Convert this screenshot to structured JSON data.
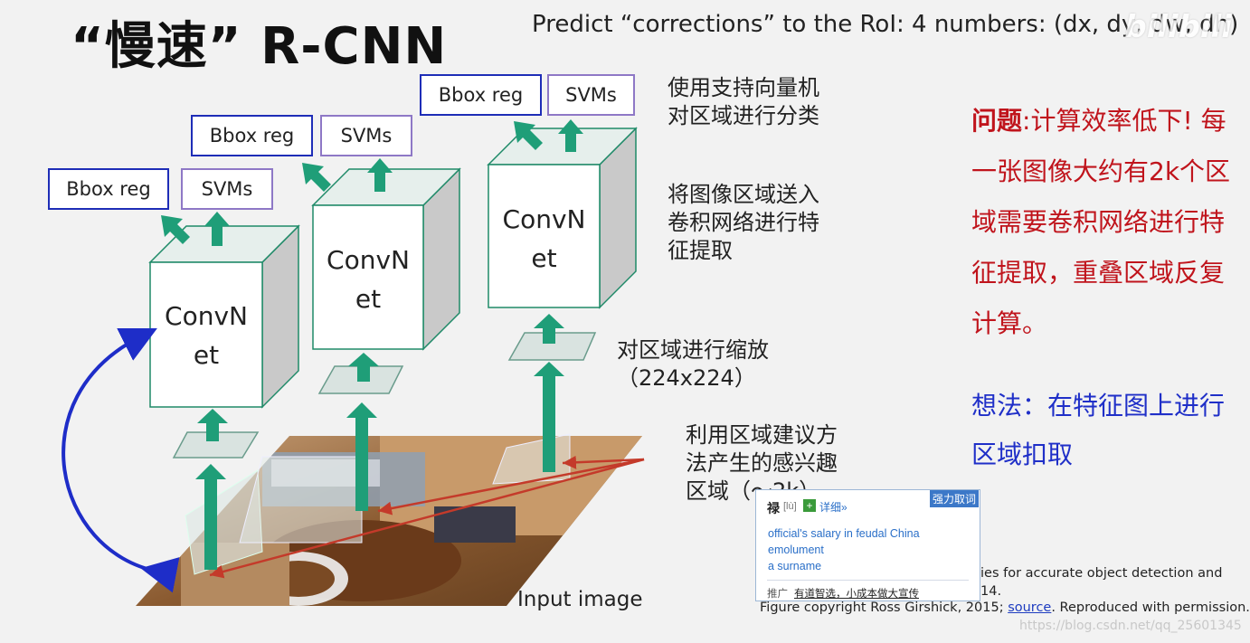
{
  "slide": {
    "title": "“慢速” R-CNN",
    "predict_text": "Predict “corrections” to the RoI: 4 numbers: (dx, dy, dw, dh)",
    "watermark": "bilibili",
    "bbox_label": "Bbox reg",
    "svm_label": "SVMs",
    "convnet_line1": "ConvN",
    "convnet_line2": "et",
    "annot_svm_1": "使用支持向量机",
    "annot_svm_2": "对区域进行分类",
    "annot_conv_1": "将图像区域送入",
    "annot_conv_2": "卷积网络进行特",
    "annot_conv_3": "征提取",
    "annot_resize_1": "对区域进行缩放",
    "annot_resize_2": "（224x224）",
    "annot_proposal_1": "利用区域建议方",
    "annot_proposal_2": "法产生的感兴趣",
    "annot_proposal_3": "区域（～2k）",
    "problem_label": "问题",
    "problem_text": ":计算效率低下! 每一张图像大约有2k个区域需要卷积网络进行特征提取，重叠区域反复计算。",
    "idea_text": "想法：在特征图上进行区域扣取",
    "input_label": "Input image",
    "citation_1": "ies for accurate object detection and",
    "citation_2": "14.",
    "citation_3_prefix": "Figure copyright Ross Girshick, 2015; ",
    "citation_3_link": "source",
    "citation_3_suffix": ". Reproduced with permission.",
    "csdn_url": "https://blog.csdn.net/qq_25601345"
  },
  "popup": {
    "close_label": "强力取词",
    "word": "禄",
    "phonetic": "[lù]",
    "detail_label": "详细»",
    "definitions": [
      "official's salary in feudal China",
      "emolument",
      "a surname"
    ],
    "ad_prefix": "推广",
    "ad_text": "有道智选，小成本做大宣传"
  },
  "colors": {
    "arrow_green": "#1f9e78",
    "bbox_border": "#1e2db7",
    "svm_border": "#8e78c6",
    "problem_red": "#c0141c",
    "idea_blue": "#1f2fc8"
  }
}
